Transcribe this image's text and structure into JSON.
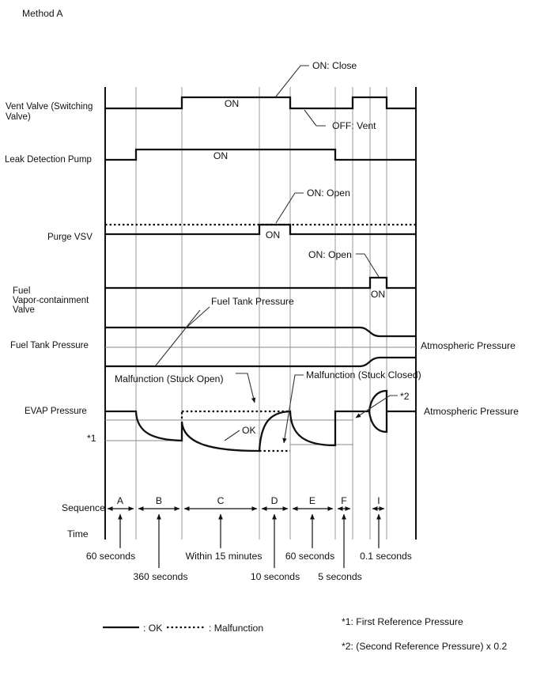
{
  "title": "Method A",
  "colors": {
    "line": "#111111",
    "grid": "#9a9a9a",
    "background": "#ffffff"
  },
  "rows": {
    "vent_valve": {
      "label_line1": "Vent Valve (Switching",
      "label_line2": "Valve)",
      "on": "ON",
      "ann_on_close": "ON: Close",
      "ann_off_vent": "OFF: Vent"
    },
    "leak_pump": {
      "label": "Leak Detection Pump",
      "on": "ON"
    },
    "purge_vsv": {
      "label": "Purge VSV",
      "on": "ON",
      "ann_on_open": "ON: Open"
    },
    "fvc_valve": {
      "label_line1": "Fuel",
      "label_line2": "Vapor-containment",
      "label_line3": "Valve",
      "on": "ON",
      "ann_on_open": "ON: Open"
    },
    "fuel_tank_pressure": {
      "label": "Fuel Tank Pressure",
      "callout": "Fuel Tank Pressure",
      "right_label": "Atmospheric Pressure"
    },
    "evap_pressure": {
      "label": "EVAP Pressure",
      "ref1_mark": "*1",
      "ref2_mark": "*2",
      "right_label": "Atmospheric Pressure",
      "ann_stuck_open": "Malfunction (Stuck Open)",
      "ann_stuck_closed": "Malfunction (Stuck Closed)",
      "ann_ok": "OK"
    }
  },
  "sequence": {
    "label": "Sequence",
    "sections": [
      "A",
      "B",
      "C",
      "D",
      "E",
      "F",
      "I"
    ]
  },
  "time": {
    "label": "Time",
    "row1": [
      "60 seconds",
      "Within 15 minutes",
      "60 seconds",
      "0.1 seconds"
    ],
    "row2": [
      "360 seconds",
      "10 seconds",
      "5 seconds"
    ]
  },
  "legend": {
    "ok": ": OK",
    "malfunction": ": Malfunction"
  },
  "footnotes": {
    "ref1": "*1: First Reference Pressure",
    "ref2": "*2: (Second Reference Pressure) x 0.2"
  }
}
